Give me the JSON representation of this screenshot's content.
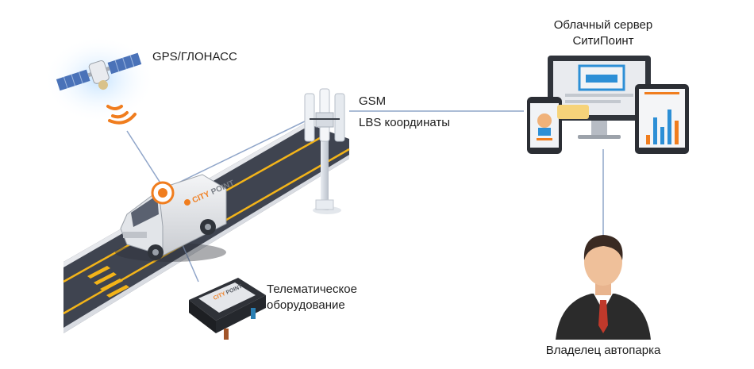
{
  "labels": {
    "gps": "GPS/ГЛОНАСС",
    "gsm": "GSM",
    "lbs": "LBS координаты",
    "cloud_line1": "Облачный сервер",
    "cloud_line2": "СитиПоинт",
    "telematics_line1": "Телематическое",
    "telematics_line2": "оборудование",
    "owner": "Владелец автопарка"
  },
  "brand": {
    "logo_text_prefix": "CITY",
    "logo_text_suffix": "POINT"
  },
  "colors": {
    "accent": "#f07d1e",
    "road": "#3f4450",
    "road_lines": "#f3b419",
    "connector": "#8fa5c9",
    "screen_blue": "#2d8fd6",
    "suit": "#2b2b2b",
    "tie": "#c0392b"
  },
  "icons": {
    "satellite": "satellite-icon",
    "signal": "signal-waves-icon",
    "tower": "cell-tower-icon",
    "van": "delivery-van-icon",
    "tracker": "gps-tracker-device-icon",
    "devices": "monitor-phone-tablet-icon",
    "person": "businessman-icon"
  }
}
